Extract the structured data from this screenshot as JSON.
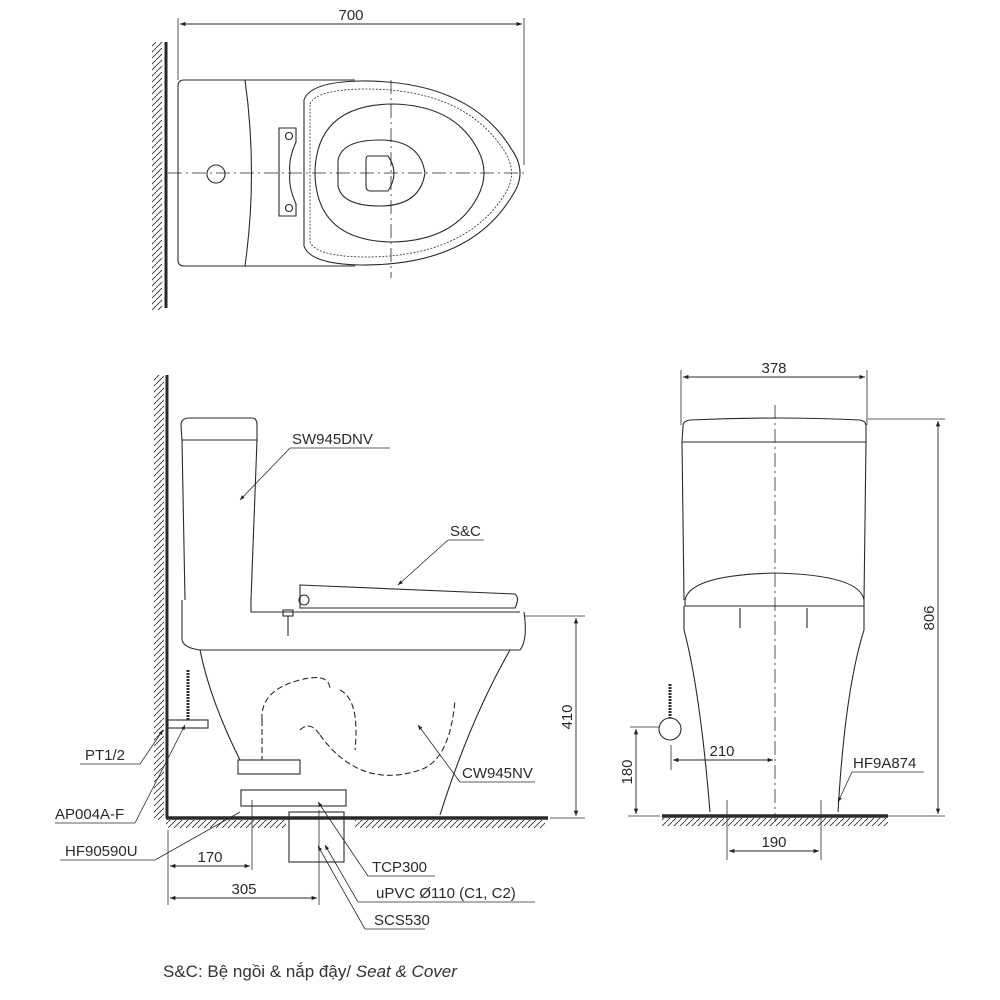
{
  "drawing": {
    "type": "technical-drawing",
    "subject": "two-piece toilet dimension drawing",
    "line_color": "#2a2a2a",
    "background": "#ffffff"
  },
  "top_view": {
    "dimensions": {
      "overall_length": "700"
    }
  },
  "side_view": {
    "labels": {
      "tank": "SW945DNV",
      "seat_cover": "S&C",
      "bowl": "CW945NV",
      "supply_thread": "PT1/2",
      "stop_valve": "AP004A-F",
      "floor_fixing": "HF90590U",
      "flange": "TCP300",
      "drain_pipe": "uPVC Ø110 (C1, C2)",
      "seal": "SCS530"
    },
    "dimensions": {
      "seat_height": "410",
      "supply_offset": "170",
      "drain_center": "305"
    }
  },
  "front_view": {
    "labels": {
      "floor_bolt": "HF9A874"
    },
    "dimensions": {
      "width": "378",
      "total_height": "806",
      "supply_height": "180",
      "supply_from_center": "210",
      "bolt_spacing": "190"
    }
  },
  "caption": {
    "prefix": "S&C: Bệ ngồi & nắp đậy/ ",
    "italic": "Seat & Cover"
  }
}
